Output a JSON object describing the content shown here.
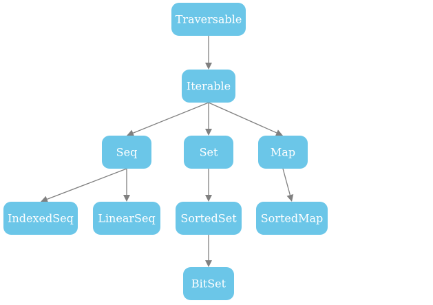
{
  "diagram": {
    "nodes": [
      {
        "id": "traversable",
        "label": "Traversable"
      },
      {
        "id": "iterable",
        "label": "Iterable"
      },
      {
        "id": "seq",
        "label": "Seq"
      },
      {
        "id": "set",
        "label": "Set"
      },
      {
        "id": "map",
        "label": "Map"
      },
      {
        "id": "indexedseq",
        "label": "IndexedSeq"
      },
      {
        "id": "linearseq",
        "label": "LinearSeq"
      },
      {
        "id": "sortedset",
        "label": "SortedSet"
      },
      {
        "id": "sortedmap",
        "label": "SortedMap"
      },
      {
        "id": "bitset",
        "label": "BitSet"
      }
    ],
    "edges": [
      {
        "from": "traversable",
        "to": "iterable"
      },
      {
        "from": "iterable",
        "to": "seq"
      },
      {
        "from": "iterable",
        "to": "set"
      },
      {
        "from": "iterable",
        "to": "map"
      },
      {
        "from": "seq",
        "to": "indexedseq"
      },
      {
        "from": "seq",
        "to": "linearseq"
      },
      {
        "from": "set",
        "to": "sortedset"
      },
      {
        "from": "map",
        "to": "sortedmap"
      },
      {
        "from": "sortedset",
        "to": "bitset"
      }
    ],
    "colors": {
      "node_fill": "#6bc6e8",
      "node_text": "#ffffff",
      "edge": "#808080"
    }
  }
}
